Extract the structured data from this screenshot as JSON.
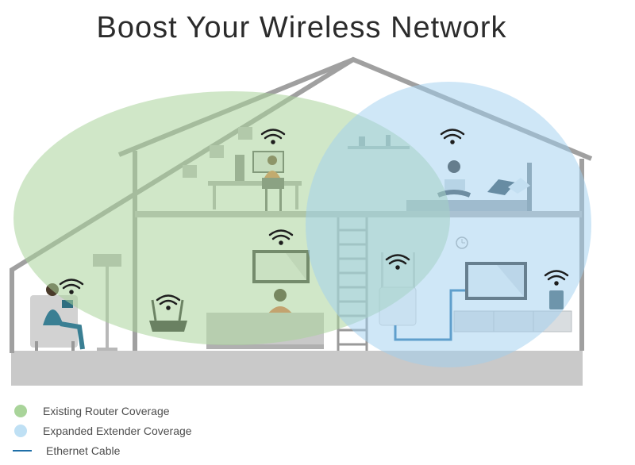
{
  "title": "Boost Your Wireless Network",
  "legend": [
    {
      "label": "Existing Router Coverage",
      "color": "#a9d49a",
      "kind": "dot"
    },
    {
      "label": "Expanded Extender Coverage",
      "color": "#bfe0f4",
      "kind": "dot"
    },
    {
      "label": "Ethernet Cable",
      "color": "#1f6fa8",
      "kind": "line"
    }
  ],
  "colors": {
    "router_coverage": "#a9d49a",
    "extender_coverage": "#9fd0ef",
    "house_line": "#9a9a9a",
    "floor": "#cfcfcf",
    "cable": "#1f6fa8"
  }
}
